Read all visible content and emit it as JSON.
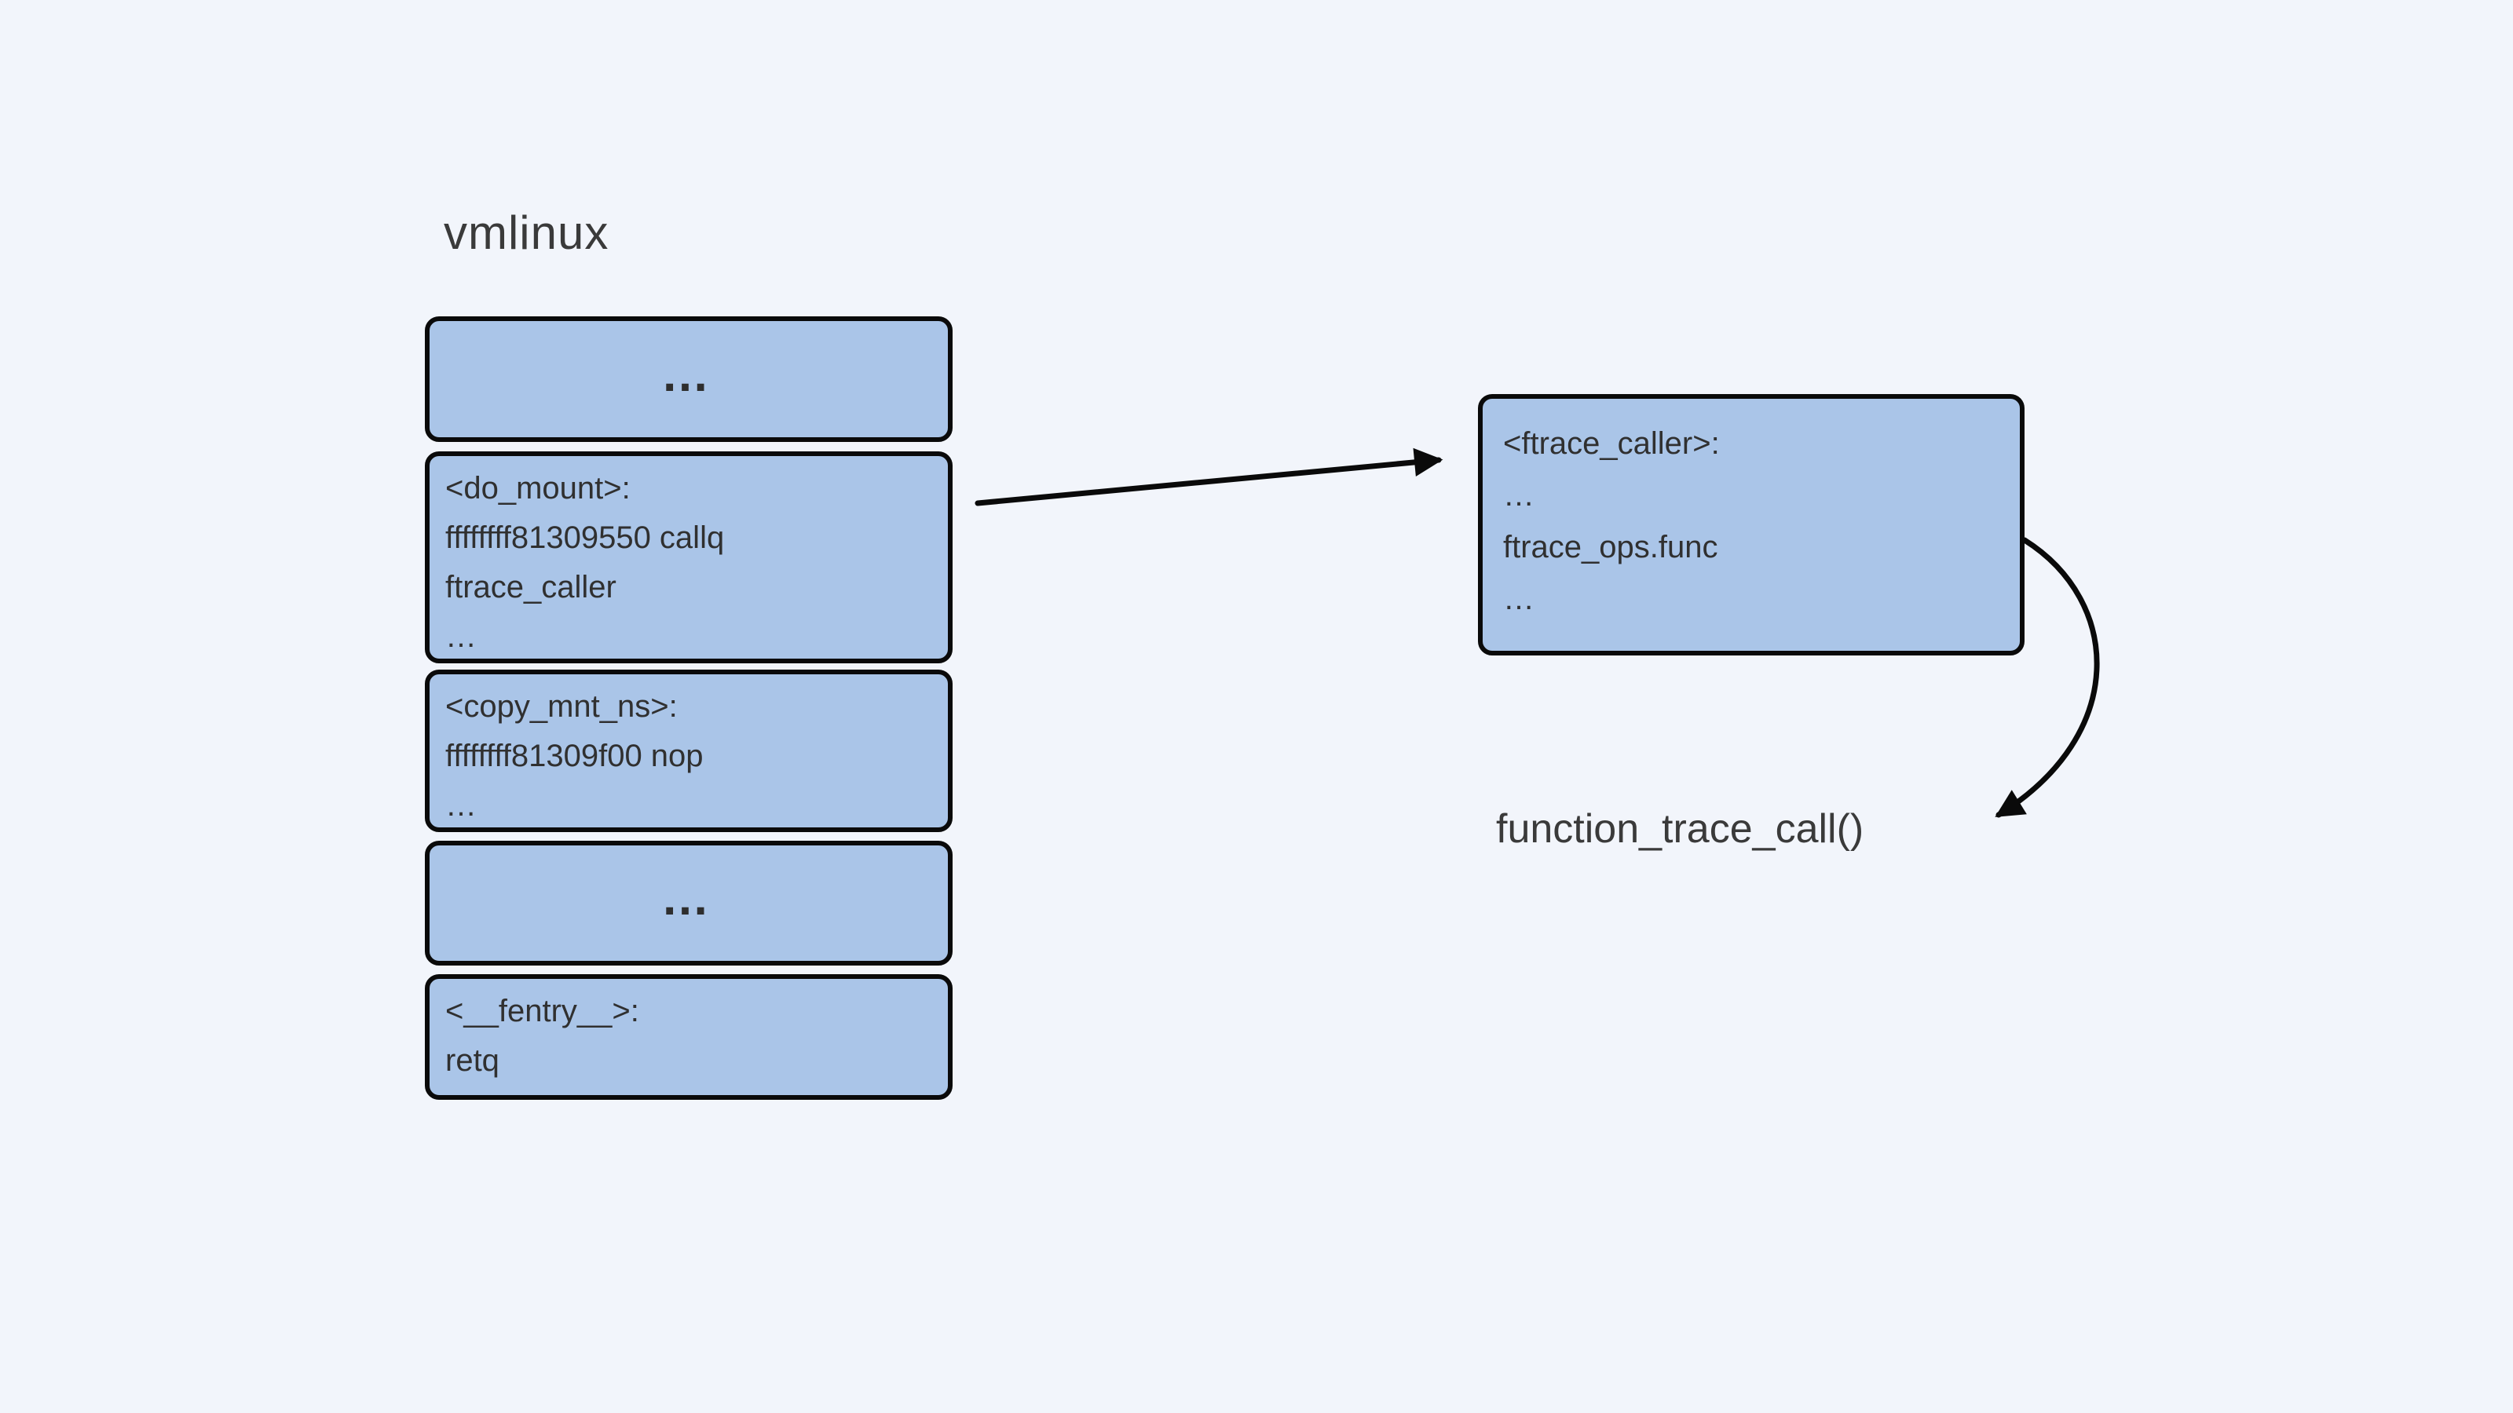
{
  "title": "vmlinux",
  "colors": {
    "background": "#f2f5fb",
    "box_fill": "#aac5e8",
    "box_border": "#0a0a0a",
    "text": "#343434",
    "arrow": "#0a0a0a"
  },
  "memory_map": {
    "blocks": [
      {
        "name": "ellipsis-top",
        "text": "…"
      },
      {
        "name": "do_mount",
        "lines": [
          "<do_mount>:",
          "ffffffff81309550 callq",
          "ftrace_caller",
          "…"
        ]
      },
      {
        "name": "copy_mnt_ns",
        "lines": [
          "<copy_mnt_ns>:",
          "ffffffff81309f00 nop",
          "…"
        ]
      },
      {
        "name": "ellipsis-bottom",
        "text": "…"
      },
      {
        "name": "fentry",
        "lines": [
          "<__fentry__>:",
          "retq"
        ]
      }
    ]
  },
  "ftrace_caller_box": {
    "lines": [
      "<ftrace_caller>:",
      "…",
      "ftrace_ops.func",
      "…"
    ]
  },
  "function_label": "function_trace_call()"
}
